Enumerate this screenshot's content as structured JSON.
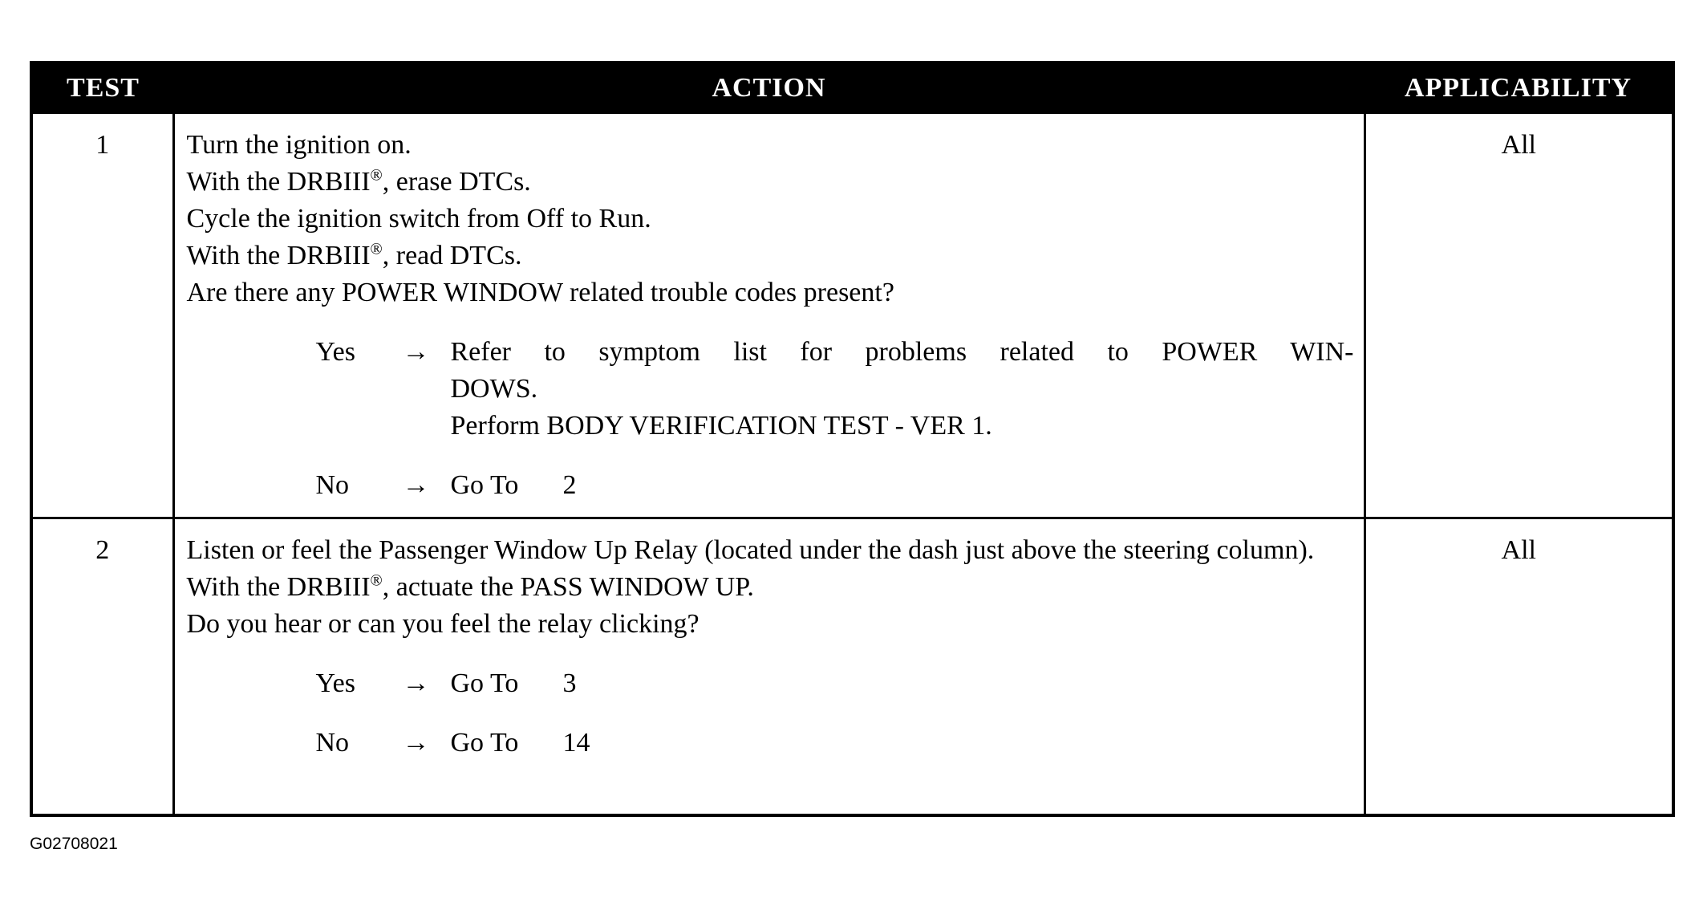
{
  "table": {
    "headers": {
      "test": "TEST",
      "action": "ACTION",
      "applicability": "APPLICABILITY"
    },
    "rows": [
      {
        "test": "1",
        "steps": [
          "Turn the ignition on.",
          "With the DRBIII",
          ", erase DTCs.",
          "Cycle the ignition switch from Off to Run.",
          "With the DRBIII",
          ", read DTCs.",
          "Are there any POWER WINDOW related trouble codes present?"
        ],
        "answers": [
          {
            "label": "Yes",
            "arrow": "→",
            "lines": [
              "Refer to symptom list for problems related to POWER WIN-",
              "DOWS.",
              "Perform BODY VERIFICATION TEST - VER 1."
            ]
          },
          {
            "label": "No",
            "arrow": "→",
            "goto": "Go To",
            "target": "2"
          }
        ],
        "applicability": "All"
      },
      {
        "test": "2",
        "steps": [
          "Listen or feel the Passenger Window Up Relay (located under the dash just above the steering column).",
          "With the DRBIII",
          ", actuate the PASS WINDOW UP.",
          "Do you hear or can you feel the relay clicking?"
        ],
        "answers": [
          {
            "label": "Yes",
            "arrow": "→",
            "goto": "Go To",
            "target": "3"
          },
          {
            "label": "No",
            "arrow": "→",
            "goto": "Go To",
            "target": "14"
          }
        ],
        "applicability": "All"
      }
    ],
    "registered_mark": "®"
  },
  "figure_code": "G02708021"
}
